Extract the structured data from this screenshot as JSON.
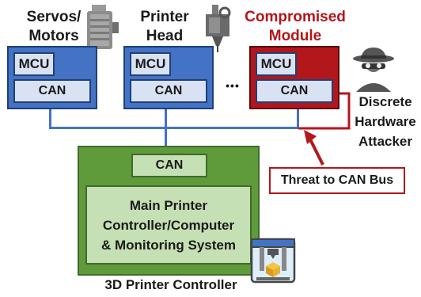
{
  "modules": [
    {
      "header": [
        "Servos/",
        "Motors"
      ],
      "mcu": "MCU",
      "can": "CAN"
    },
    {
      "header": [
        "Printer",
        "Head"
      ],
      "mcu": "MCU",
      "can": "CAN"
    },
    {
      "header": [
        "Compromised",
        "Module"
      ],
      "mcu": "MCU",
      "can": "CAN"
    }
  ],
  "ellipsis": "•••",
  "attacker": {
    "lines": [
      "Discrete",
      "Hardware",
      "Attacker"
    ],
    "icon": "spy-icon"
  },
  "threat": {
    "label": "Threat to CAN Bus"
  },
  "controller": {
    "can": "CAN",
    "main": [
      "Main Printer",
      "Controller/Computer",
      "& Monitoring System"
    ],
    "caption": "3D Printer Controller"
  },
  "colors": {
    "module_blue": "#4472c4",
    "chip_light": "#d9e2f3",
    "compromised_red": "#b3161b",
    "controller_green": "#5f9b3b",
    "controller_light": "#c5e0b4"
  }
}
